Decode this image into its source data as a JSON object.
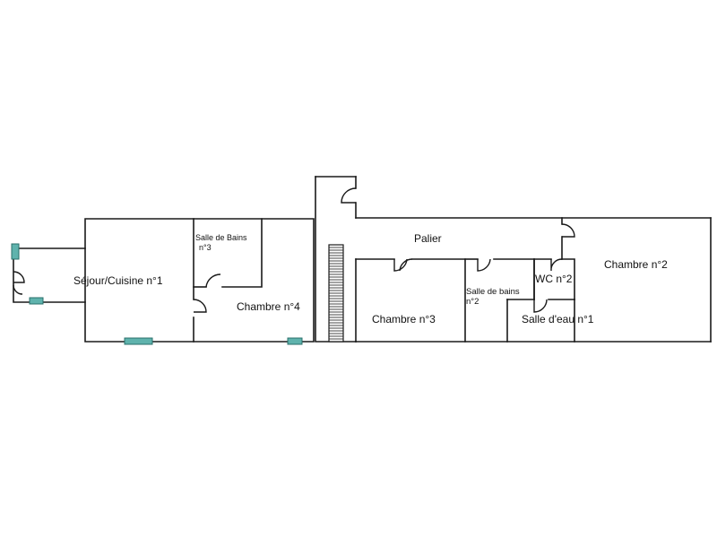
{
  "plan": {
    "rooms": [
      {
        "key": "sejour",
        "name": "Séjour/Cuisine n°1"
      },
      {
        "key": "salle_bains_3",
        "name_line1": "Salle de Bains",
        "name_line2": "n°3"
      },
      {
        "key": "chambre_4",
        "name": "Chambre n°4"
      },
      {
        "key": "palier",
        "name": "Palier"
      },
      {
        "key": "chambre_3",
        "name": "Chambre n°3"
      },
      {
        "key": "salle_bains_2",
        "name_line1": "Salle de bains",
        "name_line2": "n°2"
      },
      {
        "key": "wc_2",
        "name": "WC n°2"
      },
      {
        "key": "salle_eau_1",
        "name": "Salle d'eau n°1"
      },
      {
        "key": "chambre_2",
        "name": "Chambre n°2"
      }
    ],
    "colors": {
      "wall": "#1a1a1a",
      "window": "#5fb3ad",
      "background": "#ffffff"
    }
  }
}
